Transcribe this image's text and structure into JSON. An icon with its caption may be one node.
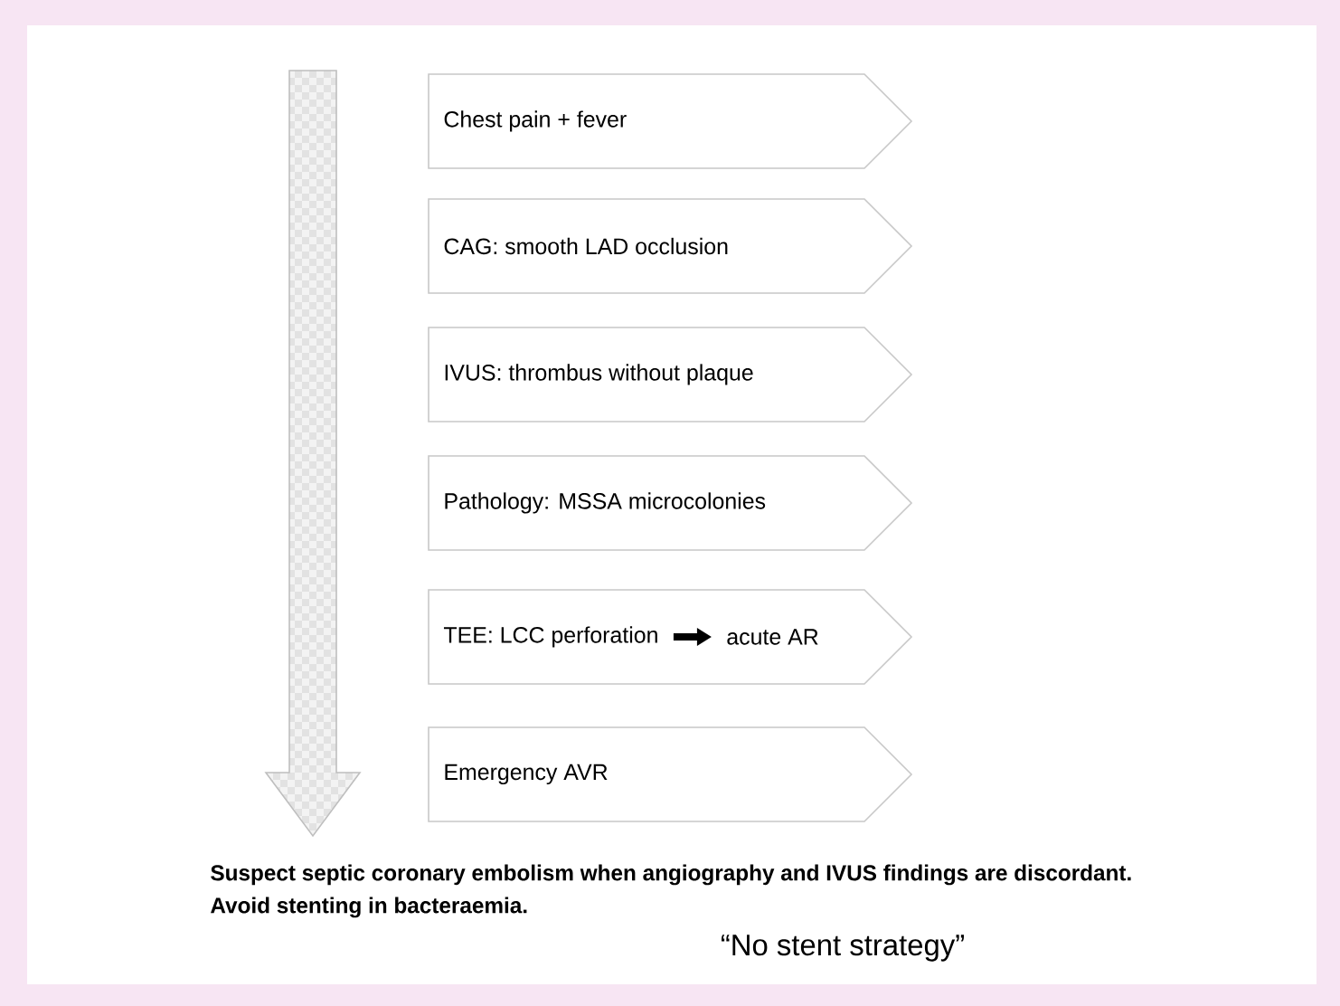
{
  "diagram": {
    "nodes": [
      {
        "text": [
          "Chest pain + fever"
        ]
      },
      {
        "text": [
          "CAG: smooth LAD occlusion"
        ]
      },
      {
        "text": [
          "IVUS: thrombus without plaque"
        ]
      },
      {
        "text": [
          "Pathology: MSSA microcolonies"
        ]
      },
      {
        "text": [
          "TEE: LCC perforation",
          "acute AR"
        ]
      },
      {
        "text": [
          "Emergency AVR"
        ]
      }
    ],
    "labels": [
      "Suspect septic coronary embolism when angiography and IVUS findings are discordant.",
      "Avoid stenting in bacteraemia.",
      "“No stent strategy”"
    ]
  }
}
